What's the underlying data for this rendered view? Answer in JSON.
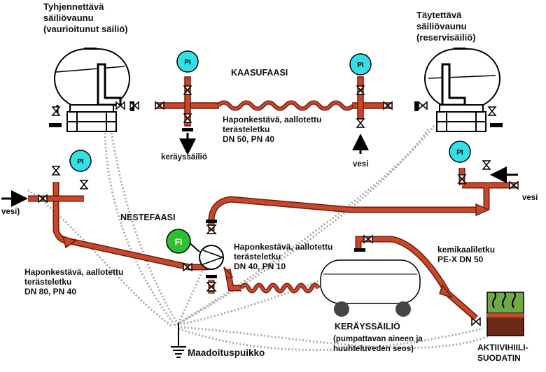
{
  "labels": {
    "tank_left_title": "Tyhjennettävä\nsäiliövaunu\n(vaurioitunut säiliö)",
    "tank_right_title": "Täytettävä\nsäiliövaunu\n(reservisäiliö)",
    "gas_phase": "KAASUFAASI",
    "liquid_phase": "NESTEFAASI",
    "gas_hose": "Haponkestävä, aallotettu\nterästeletku\nDN 50, PN 40",
    "liquid_hose_left": "Haponkestävä, aallotettu\nterästeletku\nDN 80, PN 40",
    "liquid_hose_mid": "Haponkestävä, aallotettu\nterästeletku\nDN 40, PN 10",
    "chemical_hose": "kemikaaliletku\nPE-X DN 50",
    "collection_tank_gas": "keräyssäiliö",
    "collection_tank": "KERÄYSSÄILIÖ",
    "collection_tank_note": "(pumpattavan aineen ja\nhuuhteluveden seos)",
    "water_gas": "vesi",
    "water_left": "vesi)",
    "water_right": "vesi",
    "grounding": "Maadoituspuikko",
    "carbon_filter": "AKTIIVIHIILI-\nSUODATIN",
    "gauge_pi": "PI",
    "flow_fi": "FI"
  },
  "colors": {
    "pipe_fill": "#c8472b",
    "pipe_stroke": "#6e1a0c",
    "gauge": "#33e0e6",
    "flow_indicator": "#2fc02f",
    "ground_wire": "#a9a9a9",
    "filter_top": "#6fa845",
    "filter_bottom": "#6a2a16"
  }
}
